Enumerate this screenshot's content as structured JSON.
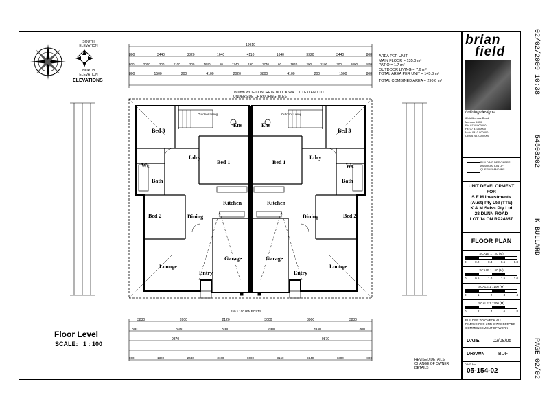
{
  "fax": {
    "left_header": "02/02/2009 10:38",
    "fax_number": "54508202",
    "recipient": "K BULLARD",
    "page": "PAGE 02/02"
  },
  "compass": {
    "south_label": "SOUTH\nELEVATION",
    "north_label": "NORTH\nELEVATION",
    "label": "ELEVATIONS"
  },
  "area_note": {
    "heading": "AREA PER UNIT",
    "lines": [
      "MAIN FLOOR = 135.0 m²",
      "PATIO = 1.7 m²",
      "OUTDOOR LIVING = 7.6 m²",
      "TOTAL AREA PER UNIT = 145.3 m²"
    ],
    "combined": "TOTAL COMBINED AREA = 290.6 m²"
  },
  "dims": {
    "overall": "19910",
    "top_row2": [
      "800",
      "3440",
      "3320",
      "1640",
      "4110",
      "1640",
      "3320",
      "3440",
      "800"
    ],
    "top_row3": [
      "800",
      "2000",
      "200",
      "2100",
      "200",
      "1640",
      "60",
      "1740",
      "190",
      "1740",
      "60",
      "1640",
      "200",
      "2100",
      "200",
      "2000",
      "800"
    ],
    "top_row4": [
      "800",
      "1500",
      "200",
      "4100",
      "2020",
      "3800",
      "4100",
      "200",
      "1500",
      "800"
    ],
    "bottom_row1": [
      "3830",
      "3900",
      "2120",
      "3000",
      "3900",
      "3830"
    ],
    "bottom_row2": [
      "800",
      "3930",
      "3000",
      "2000",
      "3930",
      "800"
    ],
    "bottom_total": [
      "9870",
      "9870"
    ],
    "bottom_row4": [
      "800",
      "1300",
      "2440",
      "3160",
      "8600",
      "3160",
      "2440",
      "1300",
      "800"
    ]
  },
  "notes": {
    "block_wall": "190mm WIDE CONCRETE BLOCK WALL TO EXTEND TO UNDERSIDE OF ROOFING TILES",
    "posts": "150 x 100 HW POSTS",
    "revision": "REVISED DETAILS\nCHANGE OF OWNER\nDETAILS"
  },
  "rooms_left": [
    "Bed 3",
    "Ens",
    "Bed 1",
    "Outdoor Living",
    "Wc",
    "Bath",
    "Kitchen",
    "Bed 2",
    "Dining",
    "Garage",
    "Lounge",
    "Entry",
    "Ldry"
  ],
  "rooms_right": [
    "Bed 3",
    "Ens",
    "Bed 1",
    "Outdoor Living",
    "Wc",
    "Bath",
    "Kitchen",
    "Bed 2",
    "Dining",
    "Garage",
    "Lounge",
    "Entry",
    "Ldry"
  ],
  "drawing": {
    "title": "Floor Level",
    "scale": "SCALE:   1 : 100"
  },
  "titleblock": {
    "logo_line1": "brian",
    "logo_line2": "field",
    "tagline": "building designs",
    "contact": [
      "8 Wellbourne Road",
      "Manson 4370",
      "Ph. 07 41000000",
      "Fx. 07 41000000",
      "Mob. 0410 000000",
      "QBSA No. 0000000"
    ],
    "assoc": "BUILDING DESIGNERS ASSOCIATION OF QUEENSLAND INC",
    "project": [
      "UNIT DEVELOPMENT",
      "FOR",
      "S.E.M Investments",
      "(Aust) Pty Ltd (TTE)",
      "K & M Seiss Pty Ltd",
      "28 DUNN ROAD",
      "LOT 14 ON RP24857"
    ],
    "sheet_title": "FLOOR PLAN",
    "scales": [
      {
        "label": "SCALE 1 : 20 (M)",
        "ticks": [
          "0",
          "0.2",
          "0.4",
          "0.6",
          "0.8"
        ]
      },
      {
        "label": "SCALE 1 : 50 (M)",
        "ticks": [
          "0",
          "0.5",
          "1.0",
          "1.5",
          "2.0"
        ]
      },
      {
        "label": "SCALE 1 : 100 (M)",
        "ticks": [
          "0",
          "1",
          "2",
          "3",
          "4"
        ]
      },
      {
        "label": "SCALE 1 : 200 (M)",
        "ticks": [
          "0",
          "2",
          "4",
          "6",
          "8"
        ]
      }
    ],
    "builder_note": "BUILDER TO CHECK ALL DIMENSIONS AND SIZES BEFORE COMMENCEMENT OF WORK",
    "date_label": "DATE",
    "date_value": "02/08/05",
    "drawn_label": "DRAWN",
    "drawn_value": "BDF",
    "dwg_label": "DWG No.",
    "dwg_value": "05-154-02"
  }
}
